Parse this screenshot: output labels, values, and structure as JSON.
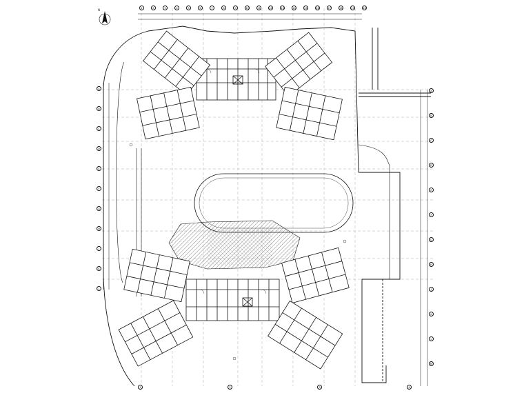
{
  "north_arrow": {
    "icon": "north-arrow-icon",
    "label": "N"
  },
  "center_note": {
    "line1": "",
    "line2": ""
  },
  "colors": {
    "ink": "#111111",
    "hatch": "#555555",
    "paper": "#ffffff"
  },
  "grid_top": [
    "1",
    "2",
    "3",
    "4",
    "5",
    "6",
    "7",
    "8",
    "9",
    "10",
    "11",
    "12",
    "13",
    "14",
    "15",
    "16",
    "17",
    "18",
    "19",
    "20"
  ],
  "grid_left": [
    "A",
    "B",
    "C",
    "D",
    "E",
    "F",
    "G",
    "H",
    "J",
    "K",
    "L"
  ],
  "grid_right": [
    "A",
    "B",
    "C",
    "D",
    "E",
    "F",
    "G",
    "H",
    "J",
    "K",
    "L",
    "M"
  ],
  "grid_bottom": [
    "1",
    "2",
    "3",
    "4"
  ]
}
